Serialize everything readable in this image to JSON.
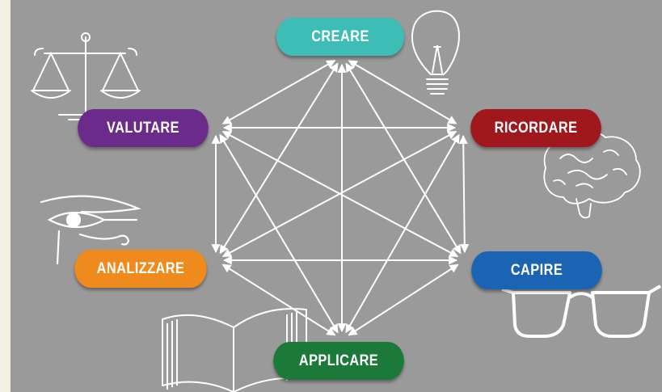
{
  "colors": {
    "background": "#9a9a9a",
    "page_border": "#f3efe3",
    "arrow": "#ffffff",
    "creare": "#3dbdb5",
    "ricordare": "#a0171e",
    "capire": "#1b64b4",
    "applicare": "#1b7a3a",
    "analizzare": "#ef8a1c",
    "valutare": "#6b2b8b"
  },
  "nodes": {
    "creare": {
      "label": "CREARE",
      "icon": "lightbulb-icon"
    },
    "ricordare": {
      "label": "RICORDARE",
      "icon": "brain-icon"
    },
    "capire": {
      "label": "CAPIRE",
      "icon": "glasses-icon"
    },
    "applicare": {
      "label": "APPLICARE",
      "icon": "open-book-icon"
    },
    "analizzare": {
      "label": "ANALIZZARE",
      "icon": "eye-of-horus-icon"
    },
    "valutare": {
      "label": "VALUTARE",
      "icon": "scales-icon"
    }
  },
  "connections": [
    [
      "creare",
      "ricordare"
    ],
    [
      "creare",
      "capire"
    ],
    [
      "creare",
      "applicare"
    ],
    [
      "creare",
      "analizzare"
    ],
    [
      "creare",
      "valutare"
    ],
    [
      "ricordare",
      "capire"
    ],
    [
      "ricordare",
      "applicare"
    ],
    [
      "ricordare",
      "analizzare"
    ],
    [
      "ricordare",
      "valutare"
    ],
    [
      "capire",
      "applicare"
    ],
    [
      "capire",
      "analizzare"
    ],
    [
      "capire",
      "valutare"
    ],
    [
      "applicare",
      "analizzare"
    ],
    [
      "applicare",
      "valutare"
    ],
    [
      "analizzare",
      "valutare"
    ]
  ]
}
